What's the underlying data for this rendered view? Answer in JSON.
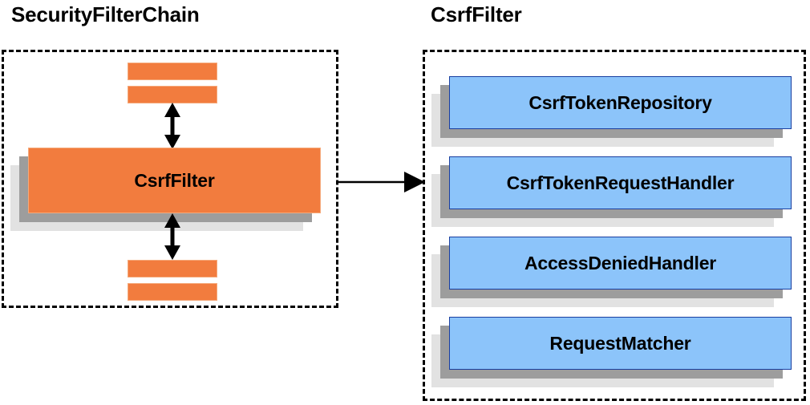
{
  "diagram": {
    "title_left": "SecurityFilterChain",
    "title_right": "CsrfFilter",
    "colors": {
      "orange_fill": "#f27c3e",
      "orange_border": "#f5a97a",
      "blue_fill": "#8cc4fa",
      "blue_border": "#1a3fa0",
      "shadow_mid": "#9d9d9d",
      "shadow_back": "#e2e2e2",
      "outline": "#000000",
      "background": "#ffffff"
    }
  },
  "left_panel": {
    "title": "SecurityFilterChain",
    "filter_chain_label": "CsrfFilter",
    "slabs_above_count": 2,
    "slabs_below_count": 2,
    "arrows": [
      {
        "name": "arrow-vertical-top",
        "direction": "bidirectional",
        "orientation": "vertical"
      },
      {
        "name": "arrow-vertical-bottom",
        "direction": "bidirectional",
        "orientation": "vertical"
      }
    ]
  },
  "right_panel": {
    "title": "CsrfFilter",
    "components": [
      {
        "label": "CsrfTokenRepository"
      },
      {
        "label": "CsrfTokenRequestHandler"
      },
      {
        "label": "AccessDeniedHandler"
      },
      {
        "label": "RequestMatcher"
      }
    ]
  },
  "connector": {
    "name": "arrow-horizontal",
    "direction": "right",
    "from": "SecurityFilterChain.CsrfFilter",
    "to": "CsrfFilter"
  }
}
